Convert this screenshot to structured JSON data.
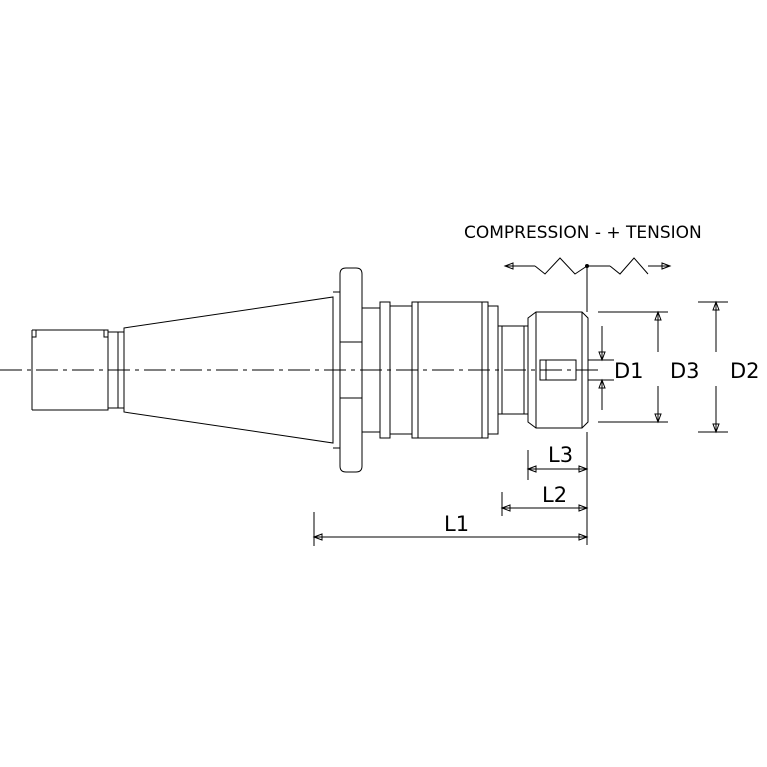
{
  "drawing": {
    "spring_label": "COMPRESSION -  + TENSION",
    "dimensions": {
      "d1": "D1",
      "d3": "D3",
      "d2": "D2",
      "l3": "L3",
      "l2": "L2",
      "l1": "L1"
    }
  }
}
